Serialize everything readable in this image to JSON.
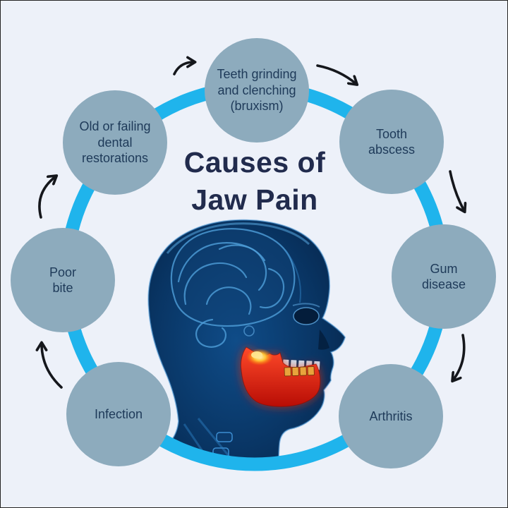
{
  "title": {
    "line1": "Causes of",
    "line2": "Jaw Pain"
  },
  "causes": [
    {
      "label": "Teeth grinding and clenching (bruxism)"
    },
    {
      "label": "Tooth abscess"
    },
    {
      "label": "Gum disease"
    },
    {
      "label": "Arthritis"
    },
    {
      "label": "Infection"
    },
    {
      "label": "Poor bite"
    },
    {
      "label": "Old or failing dental restorations"
    }
  ],
  "illustration": {
    "name": "xray-head-profile",
    "highlight": "lower jaw (mandible) shown inflamed in red with hot spot at jaw joint"
  },
  "colors": {
    "background": "#edf1f9",
    "ring": "#1fb4ec",
    "bubble": "#8dabbd",
    "bubble_text": "#1e3a59",
    "title_text": "#212b4d",
    "arrow": "#15171c",
    "head_blue": "#0a3866",
    "jaw_red": "#e02314",
    "jaw_hotspot": "#ffb400"
  }
}
